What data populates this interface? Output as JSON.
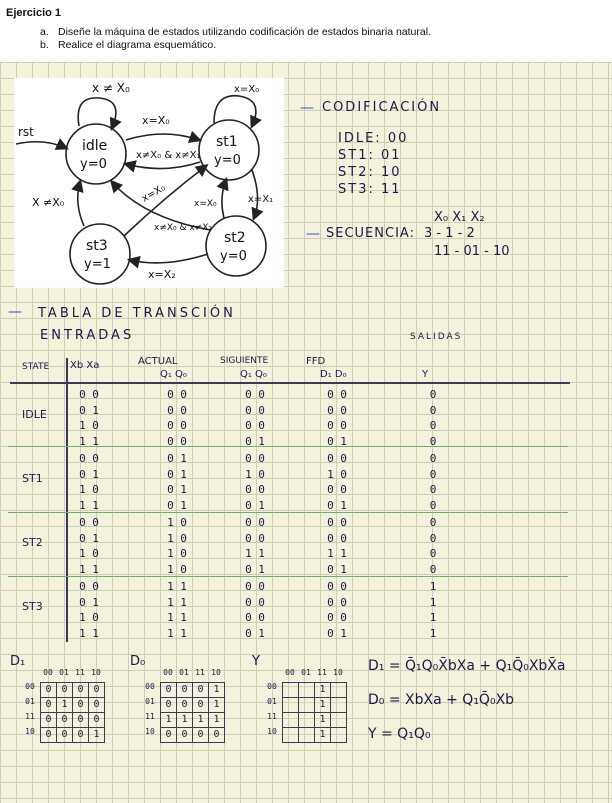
{
  "header": {
    "title": "Ejercicio 1",
    "items": [
      {
        "key": "a.",
        "text": "Diseñe la máquina de estados utilizando codificación de estados binaria natural."
      },
      {
        "key": "b.",
        "text": "Realice el diagrama esquemático."
      }
    ]
  },
  "diagram": {
    "rst": "rst",
    "states": [
      {
        "name": "idle",
        "out": "y=0"
      },
      {
        "name": "st1",
        "out": "y=0"
      },
      {
        "name": "st2",
        "out": "y=0"
      },
      {
        "name": "st3",
        "out": "y=1"
      }
    ],
    "labels": {
      "self_idle": "x ≠ X₀",
      "self_st1": "x=X₀",
      "idle_st1": "x=X₀",
      "st1_idle": "x≠X₀ & x≠X₁",
      "st1_st2": "x=X₁",
      "st2_st1": "x=X₀",
      "st3_st1": "x=X₀",
      "st2_idle": "x≠X₀ & x≠X₂",
      "st2_st3": "x=X₂",
      "st3_idle": "X ≠X₀"
    }
  },
  "codificacion": {
    "title": "CODIFICACIÓN",
    "rows": [
      "IDLE: 00",
      "ST1: 01",
      "ST2: 10",
      "ST3: 11"
    ]
  },
  "secuencia": {
    "title": "SECUENCIA:",
    "head": "X₀  X₁  X₂",
    "line1": "3 - 1 - 2",
    "line2": "11 - 01 - 10"
  },
  "tabla": {
    "title": "TABLA DE TRANSCIÓN",
    "entradas": "ENTRADAS",
    "salidas": "SALIDAS",
    "col_state": "STATE",
    "col_in": "Xb Xa",
    "col_actual": "ACTUAL",
    "col_actual_sub": "Q₁ Q₀",
    "col_sig": "SIGUIENTE",
    "col_sig_sub": "Q₁ Q₀",
    "col_ffd": "FFD",
    "col_ffd_sub": "D₁ D₀",
    "col_y": "Y",
    "groups": [
      {
        "state": "IDLE",
        "rows": [
          {
            "in": "0 0",
            "act": "0 0",
            "sig": "0 0",
            "ffd": "0 0",
            "y": "0"
          },
          {
            "in": "0 1",
            "act": "0 0",
            "sig": "0 0",
            "ffd": "0 0",
            "y": "0"
          },
          {
            "in": "1 0",
            "act": "0 0",
            "sig": "0 0",
            "ffd": "0 0",
            "y": "0"
          },
          {
            "in": "1 1",
            "act": "0 0",
            "sig": "0 1",
            "ffd": "0 1",
            "y": "0"
          }
        ]
      },
      {
        "state": "ST1",
        "rows": [
          {
            "in": "0 0",
            "act": "0 1",
            "sig": "0 0",
            "ffd": "0 0",
            "y": "0"
          },
          {
            "in": "0 1",
            "act": "0 1",
            "sig": "1 0",
            "ffd": "1 0",
            "y": "0"
          },
          {
            "in": "1 0",
            "act": "0 1",
            "sig": "0 0",
            "ffd": "0 0",
            "y": "0"
          },
          {
            "in": "1 1",
            "act": "0 1",
            "sig": "0 1",
            "ffd": "0 1",
            "y": "0"
          }
        ]
      },
      {
        "state": "ST2",
        "rows": [
          {
            "in": "0 0",
            "act": "1 0",
            "sig": "0 0",
            "ffd": "0 0",
            "y": "0"
          },
          {
            "in": "0 1",
            "act": "1 0",
            "sig": "0 0",
            "ffd": "0 0",
            "y": "0"
          },
          {
            "in": "1 0",
            "act": "1 0",
            "sig": "1 1",
            "ffd": "1 1",
            "y": "0"
          },
          {
            "in": "1 1",
            "act": "1 0",
            "sig": "0 1",
            "ffd": "0 1",
            "y": "0"
          }
        ]
      },
      {
        "state": "ST3",
        "rows": [
          {
            "in": "0 0",
            "act": "1 1",
            "sig": "0 0",
            "ffd": "0 0",
            "y": "1"
          },
          {
            "in": "0 1",
            "act": "1 1",
            "sig": "0 0",
            "ffd": "0 0",
            "y": "1"
          },
          {
            "in": "1 0",
            "act": "1 1",
            "sig": "0 0",
            "ffd": "0 0",
            "y": "1"
          },
          {
            "in": "1 1",
            "act": "1 1",
            "sig": "0 1",
            "ffd": "0 1",
            "y": "1"
          }
        ]
      }
    ]
  },
  "kmaps": [
    {
      "name": "D₁",
      "cols": [
        "00",
        "01",
        "11",
        "10"
      ],
      "rows": [
        "00",
        "01",
        "11",
        "10"
      ],
      "cells": [
        [
          "0",
          "0",
          "0",
          "0"
        ],
        [
          "0",
          "1",
          "0",
          "0"
        ],
        [
          "0",
          "0",
          "0",
          "0"
        ],
        [
          "0",
          "0",
          "0",
          "1"
        ]
      ]
    },
    {
      "name": "D₀",
      "cols": [
        "00",
        "01",
        "11",
        "10"
      ],
      "rows": [
        "00",
        "01",
        "11",
        "10"
      ],
      "cells": [
        [
          "0",
          "0",
          "0",
          "1"
        ],
        [
          "0",
          "0",
          "0",
          "1"
        ],
        [
          "1",
          "1",
          "1",
          "1"
        ],
        [
          "0",
          "0",
          "0",
          "0"
        ]
      ]
    },
    {
      "name": "Y",
      "cols": [
        "00",
        "01",
        "11",
        "10"
      ],
      "rows": [
        "00",
        "01",
        "11",
        "10"
      ],
      "cells": [
        [
          "",
          "",
          "1",
          ""
        ],
        [
          "",
          "",
          "1",
          ""
        ],
        [
          "",
          "",
          "1",
          ""
        ],
        [
          "",
          "",
          "1",
          ""
        ]
      ]
    }
  ],
  "equations": [
    "D₁ = Q̄₁Q₀X̄bXa + Q₁Q̄₀XbX̄a",
    "D₀ = XbXa + Q₁Q̄₀Xb",
    "Y = Q₁Q₀"
  ]
}
